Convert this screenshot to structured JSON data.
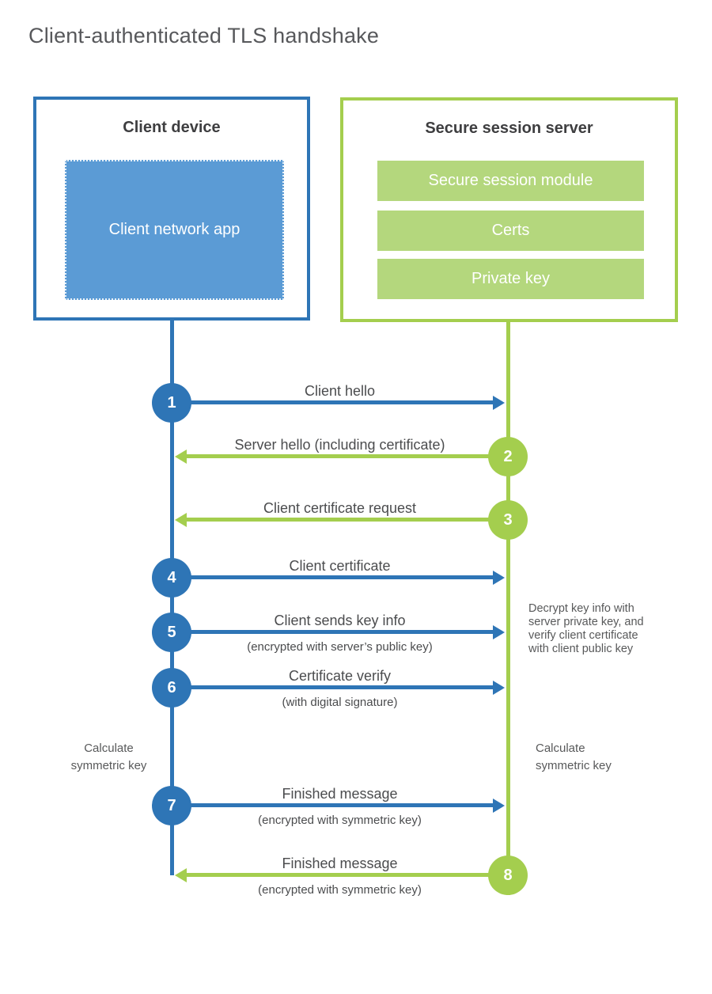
{
  "title": "Client-authenticated TLS handshake",
  "client_box": {
    "title": "Client device",
    "app": "Client network app"
  },
  "server_box": {
    "title": "Secure session server",
    "modules": [
      "Secure session module",
      "Certs",
      "Private key"
    ]
  },
  "steps": [
    {
      "num": "1",
      "from": "client",
      "to": "server",
      "label": "Client hello",
      "sub": ""
    },
    {
      "num": "2",
      "from": "server",
      "to": "client",
      "label": "Server hello (including certificate)",
      "sub": ""
    },
    {
      "num": "3",
      "from": "server",
      "to": "client",
      "label": "Client certificate request",
      "sub": ""
    },
    {
      "num": "4",
      "from": "client",
      "to": "server",
      "label": "Client certificate",
      "sub": ""
    },
    {
      "num": "5",
      "from": "client",
      "to": "server",
      "label": "Client sends key info",
      "sub": "(encrypted with server’s public key)"
    },
    {
      "num": "6",
      "from": "client",
      "to": "server",
      "label": "Certificate verify",
      "sub": "(with digital signature)"
    },
    {
      "num": "7",
      "from": "client",
      "to": "server",
      "label": "Finished message",
      "sub": "(encrypted with symmetric key)"
    },
    {
      "num": "8",
      "from": "server",
      "to": "client",
      "label": "Finished message",
      "sub": "(encrypted with symmetric key)"
    }
  ],
  "notes": {
    "decrypt": "Decrypt key info with\nserver private key, and\nverify client certificate\nwith client public key",
    "calc_left": "Calculate\nsymmetric key",
    "calc_right": "Calculate\nsymmetric key"
  },
  "colors": {
    "blue": "#2e75b6",
    "blue_light": "#5b9bd5",
    "green": "#a4ce4e",
    "green_light": "#b4d77d"
  }
}
